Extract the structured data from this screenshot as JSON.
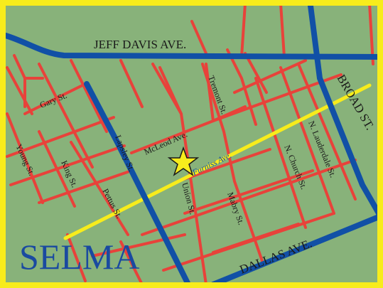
{
  "map": {
    "city_title": "SELMA",
    "landmark": "star-marker",
    "colors": {
      "background": "#88b27a",
      "border": "#f7ec1c",
      "major_road": "#1150a6",
      "minor_road": "#e8423a",
      "highlight_road": "#f7ec1c",
      "title": "#1a4aa0",
      "star_fill": "#f7ec1c",
      "star_stroke": "#1a1a1a"
    },
    "labels": {
      "jeff_davis": "JEFF DAVIS AVE.",
      "broad": "BROAD ST.",
      "dallas": "DALLAS AVE.",
      "gary": "Gary St.",
      "young": "Young St.",
      "king": "King St.",
      "lapsley": "Lapsley St.",
      "pettus": "Pettus St.",
      "mcleod": "McLeod Ave.",
      "tremont": "Tremont St.",
      "furniss": "Furniss Ave.",
      "union": "Union St.",
      "mabry": "Mabry St.",
      "n_church": "N. Church St.",
      "n_lauderdale": "N. Lauderdale St."
    }
  }
}
